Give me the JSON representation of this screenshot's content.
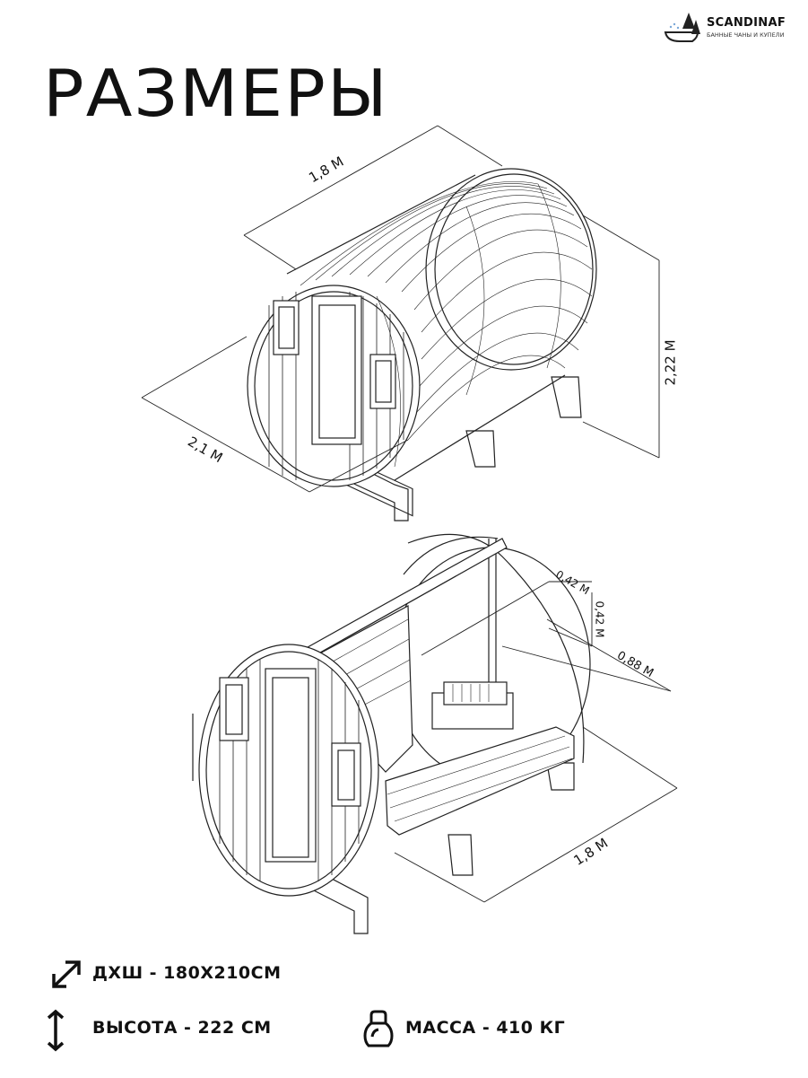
{
  "brand": {
    "name": "SCANDINAF",
    "tagline": "БАННЫЕ ЧАНЫ И КУПЕЛИ"
  },
  "title": "РАЗМЕРЫ",
  "top_drawing": {
    "length_label": "1,8 М",
    "height_label": "2,22 М",
    "width_label": "2,1 М"
  },
  "bottom_drawing": {
    "stove_width_label": "0,42 М",
    "stove_depth_label": "0,42 М",
    "bench_label": "0,88 М",
    "length_label": "1,8 М"
  },
  "specs": [
    {
      "icon": "diagonal-arrow-icon",
      "text": "ДХШ - 180Х210СМ"
    },
    {
      "icon": "vertical-arrow-icon",
      "text": "ВЫСОТА - 222 СМ"
    },
    {
      "icon": "kettlebell-icon",
      "text": "МАССА - 410 КГ"
    }
  ],
  "colors": {
    "ink": "#111111",
    "line": "#222222",
    "background": "#ffffff"
  }
}
